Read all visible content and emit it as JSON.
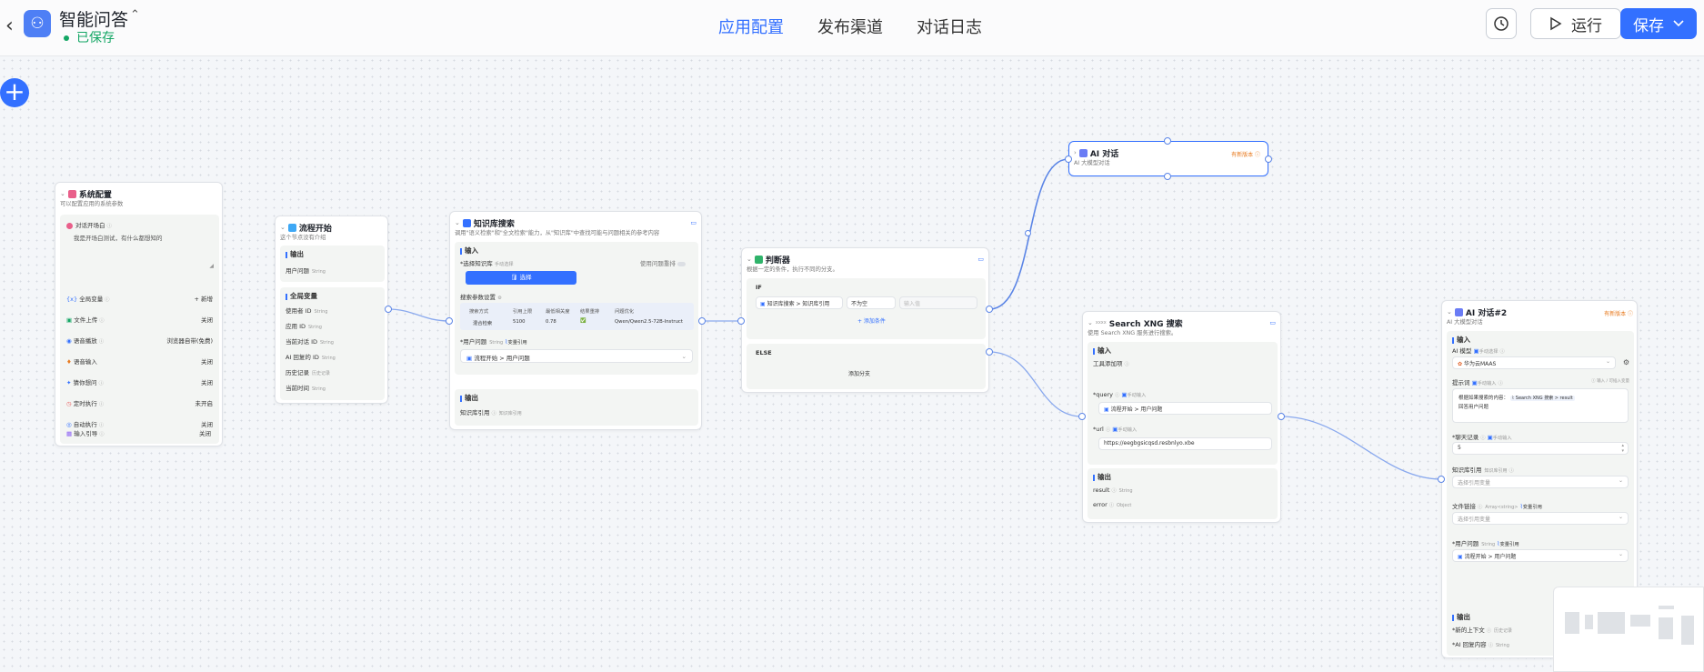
{
  "header": {
    "app_name": "智能问答",
    "saved_status": "已保存",
    "tabs": [
      "应用配置",
      "发布渠道",
      "对话日志"
    ],
    "run_label": "运行",
    "save_label": "保存"
  },
  "colors": {
    "accent": "#3370ff",
    "saved": "#13a664",
    "edge": "#5b85e6"
  },
  "system_config": {
    "title": "系统配置",
    "desc": "可以配置应用的系统参数",
    "opening_label": "对话开场白",
    "opening_text": "我是开场白测试，有什么都想知的",
    "rows": [
      {
        "label": "全局变量",
        "value": "+ 新增"
      },
      {
        "label": "文件上传",
        "value": "关闭"
      },
      {
        "label": "语音播放",
        "value": "浏览器自带(免费)"
      },
      {
        "label": "语音输入",
        "value": "关闭"
      },
      {
        "label": "猜你想问",
        "value": "关闭"
      },
      {
        "label": "定时执行",
        "value": "未开启"
      },
      {
        "label": "自动执行",
        "value": "关闭"
      },
      {
        "label": "输入引导",
        "value": "关闭"
      }
    ]
  },
  "flow_start": {
    "title": "流程开始",
    "desc": "这个节点没有介绍",
    "output_h": "输出",
    "output_user": "用户问题",
    "global_h": "全局变量",
    "type_string": "String",
    "vars": [
      "使用者 ID",
      "应用 ID",
      "当前对话 ID",
      "AI 回复的 ID",
      "历史记录",
      "当前时间"
    ],
    "history_type": "历史记录"
  },
  "kb_search": {
    "title": "知识库搜索",
    "desc": "调用\"语义检索\"和\"全文检索\"能力，从\"知识库\"中查找可能与问题相关的参考内容",
    "input_h": "输入",
    "select_kb": "选择知识库",
    "manual": "手动选择",
    "rerank": "使用问题重排",
    "select_btn": "选择",
    "params_h": "搜索参数设置",
    "table_head": [
      "搜索方式",
      "引用上限",
      "最低相关度",
      "结果重排",
      "问题优化"
    ],
    "table_row": [
      "混合检索",
      "5100",
      "0.78",
      "✅",
      "Qwen/Qwen2.5-72B-Instruct"
    ],
    "user_q": "用户问题",
    "type_string": "String",
    "var_ref": "变量引用",
    "user_q_value": "流程开始 > 用户问题",
    "output_h": "输出",
    "kb_ref": "知识库引用",
    "kb_ref_type": "知识库引用"
  },
  "judge": {
    "title": "判断器",
    "desc": "根据一定的条件，执行不同的分支。",
    "if": "IF",
    "cond_var": "知识库搜索 > 知识库引用",
    "cond_op": "不为空",
    "cond_val": "输入值",
    "add_cond": "+ 添加条件",
    "else": "ELSE",
    "add_branch": "添加分支"
  },
  "ai_chat": {
    "title": "AI 对话",
    "desc": "AI 大模型对话",
    "tag": "有新版本"
  },
  "searxng": {
    "title": "Search XNG 搜索",
    "desc": "使用 Search XNG 服务进行搜索。",
    "input_h": "输入",
    "config_label": "工具添加项",
    "query": "query",
    "manual": "手动输入",
    "query_value": "流程开始 > 用户问题",
    "url": "url",
    "url_value": "https://eegbgsicqsd.resbnlyo.xbe",
    "output_h": "输出",
    "result": "result",
    "result_type": "String",
    "error": "error",
    "error_type": "Object"
  },
  "ai_chat2": {
    "title": "AI 对话#2",
    "desc": "AI 大模型对话",
    "tag": "有新版本",
    "input_h": "输入",
    "model_label": "AI 模型",
    "manual": "手动选择",
    "model_value": "华为云MAAS",
    "prompt_label": "提示词",
    "prompt_manual": "手动输入",
    "prompt_hint": "输入 / 可插入变量",
    "prompt_text1": "根据如果搜索的内容：",
    "prompt_ref": "Search XNG 搜索 > result",
    "prompt_text2": "回答用户问题",
    "memory_label": "聊天记录",
    "memory_manual": "手动输入",
    "memory_value": "5",
    "kb_label": "知识库引用",
    "kb_type": "知识库引用",
    "kb_placeholder": "选择引用变量",
    "file_label": "文件链接",
    "file_type": "Array<string>",
    "file_ref": "变量引用",
    "file_placeholder": "选择引用变量",
    "user_q": "用户问题",
    "type_string": "String",
    "user_q_ref": "变量引用",
    "user_q_value": "流程开始 > 用户问题",
    "output_h": "输出",
    "out1": "新的上下文",
    "out1_type": "历史记录",
    "out2": "AI 回复内容",
    "out2_type": "String"
  }
}
